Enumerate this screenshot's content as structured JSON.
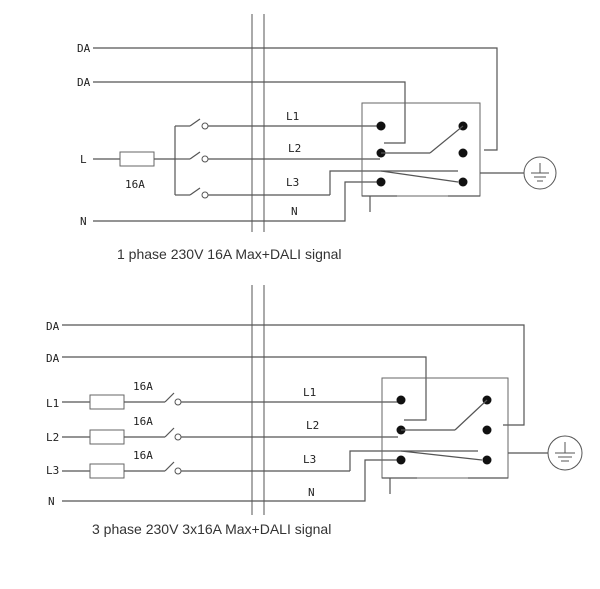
{
  "diagram_top": {
    "caption": "1 phase 230V 16A Max+DALI signal",
    "left_labels": {
      "da1": "DA",
      "da2": "DA",
      "l": "L",
      "n": "N"
    },
    "fuse_rating": "16A",
    "line_labels": {
      "l1": "L1",
      "l2": "L2",
      "l3": "L3",
      "n": "N"
    }
  },
  "diagram_bottom": {
    "caption": "3 phase 230V 3x16A Max+DALI signal",
    "left_labels": {
      "da1": "DA",
      "da2": "DA",
      "l1": "L1",
      "l2": "L2",
      "l3": "L3",
      "n": "N"
    },
    "fuse_ratings": [
      "16A",
      "16A",
      "16A"
    ],
    "line_labels": {
      "l1": "L1",
      "l2": "L2",
      "l3": "L3",
      "n": "N"
    }
  },
  "icons": {
    "ground": "ground-symbol-icon"
  }
}
